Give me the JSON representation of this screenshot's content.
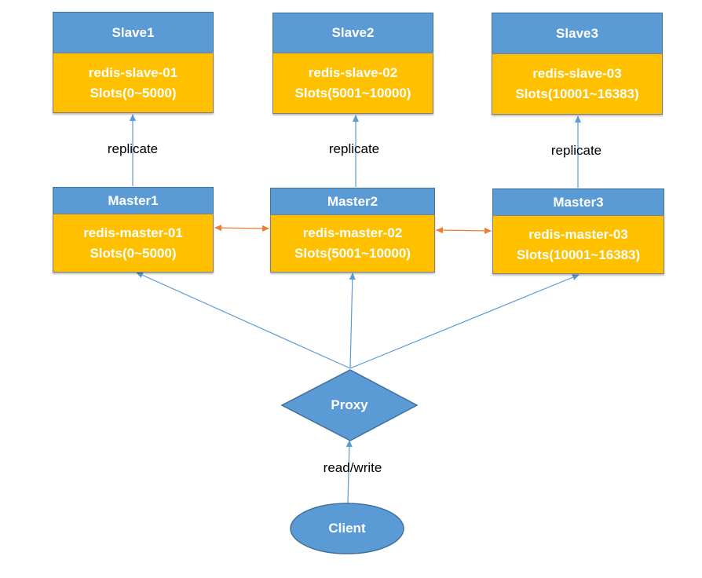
{
  "colors": {
    "header_fill": "#5B9BD5",
    "body_fill": "#FFC000",
    "arrow_blue": "#5B9BD5",
    "arrow_orange": "#ED7D31"
  },
  "slaves": [
    {
      "title": "Slave1",
      "name": "redis-slave-01",
      "slots": "Slots(0~5000)"
    },
    {
      "title": "Slave2",
      "name": "redis-slave-02",
      "slots": "Slots(5001~10000)"
    },
    {
      "title": "Slave3",
      "name": "redis-slave-03",
      "slots": "Slots(10001~16383)"
    }
  ],
  "masters": [
    {
      "title": "Master1",
      "name": "redis-master-01",
      "slots": "Slots(0~5000)"
    },
    {
      "title": "Master2",
      "name": "redis-master-02",
      "slots": "Slots(5001~10000)"
    },
    {
      "title": "Master3",
      "name": "redis-master-03",
      "slots": "Slots(10001~16383)"
    }
  ],
  "replicate_label": "replicate",
  "proxy": {
    "label": "Proxy"
  },
  "client": {
    "label": "Client"
  },
  "read_write_label": "read/write"
}
